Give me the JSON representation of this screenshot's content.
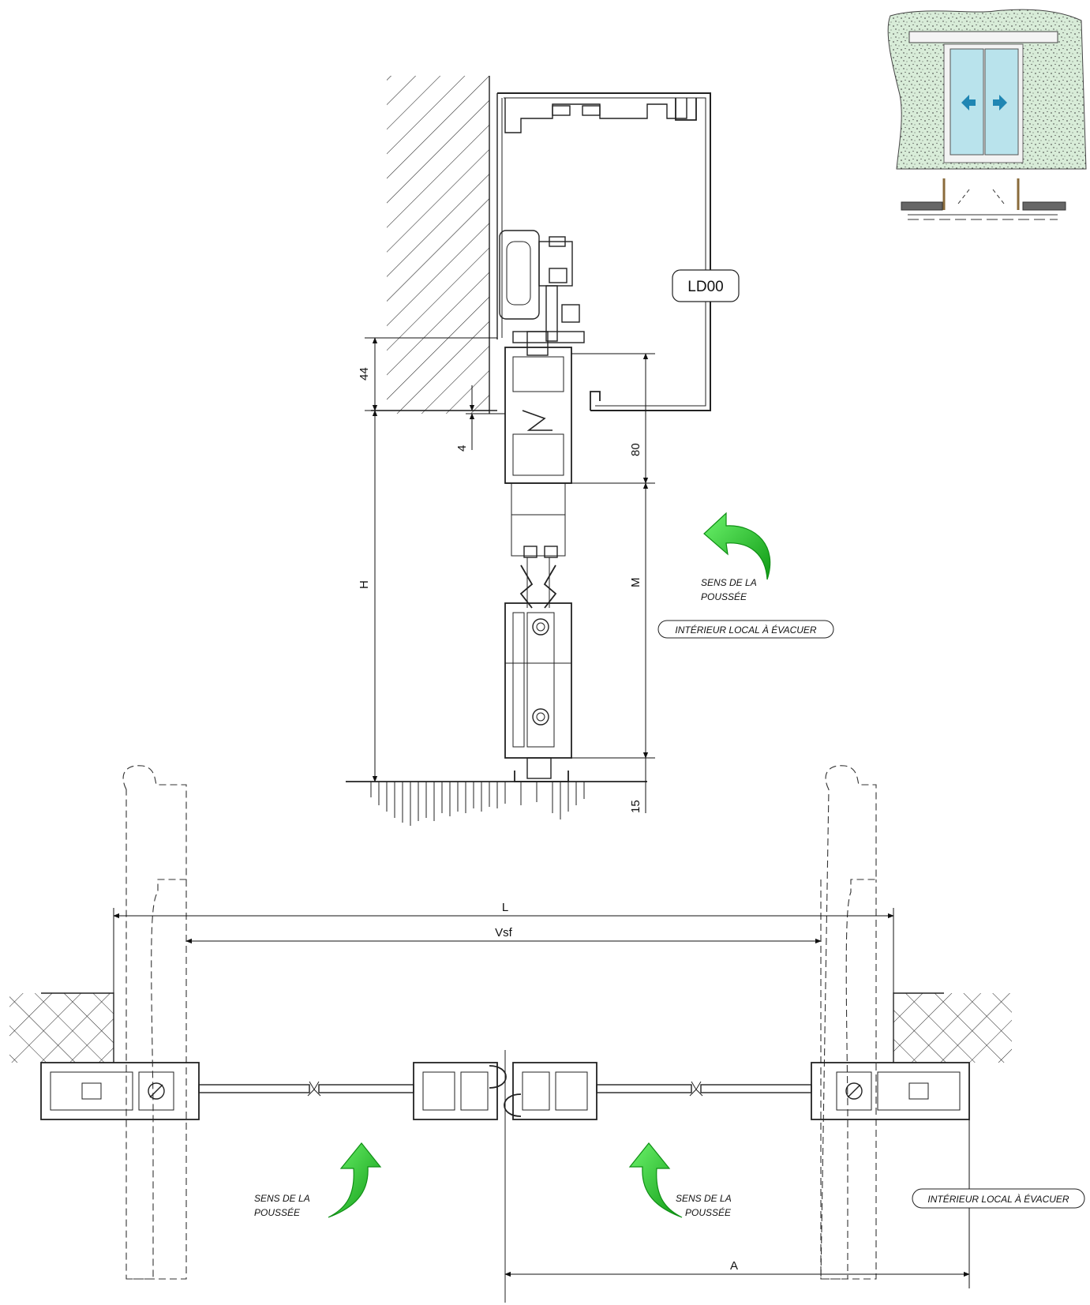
{
  "dimensions": {
    "d44": "44",
    "d4": "4",
    "d80": "80",
    "dH": "H",
    "dM": "M",
    "d15": "15",
    "dL": "L",
    "dVsf": "Vsf",
    "dA": "A"
  },
  "tag": "LD00",
  "notes": {
    "push_line1": "SENS DE LA",
    "push_line2": "POUSSÉE",
    "interior": "INTÉRIEUR LOCAL À ÉVACUER"
  },
  "colors": {
    "arrow_green": "#2ad12a",
    "arrow_green_dark": "#0f8f14",
    "glass_blue": "#b9e3ec",
    "wall_green": "#d8ecd8",
    "inset_arrow": "#1f86b3"
  }
}
